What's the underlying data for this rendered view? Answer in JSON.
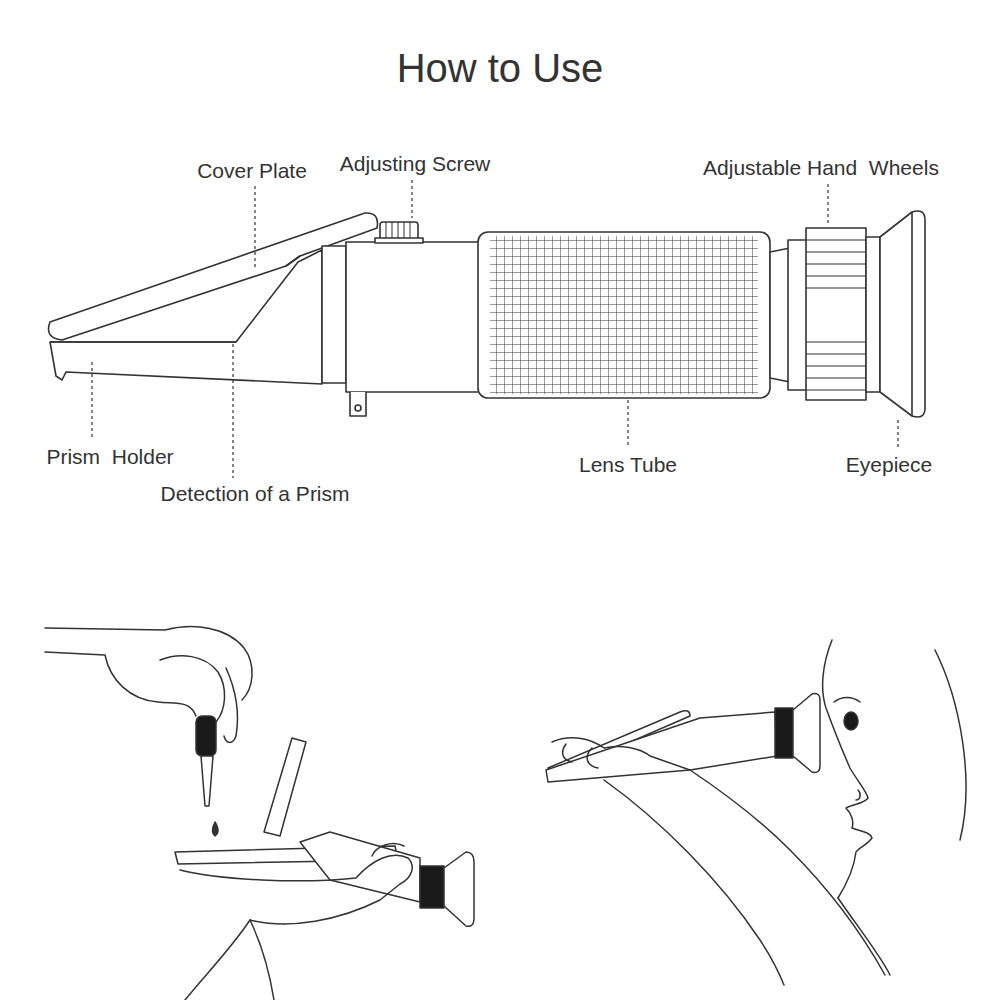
{
  "diagram": {
    "title": "How to Use",
    "labels": [
      "Cover Plate",
      "Adjusting Screw",
      "Adjustable Hand  Wheels",
      "Prism  Holder",
      "Detection of a Prism",
      "Lens Tube",
      "Eyepiece"
    ]
  }
}
